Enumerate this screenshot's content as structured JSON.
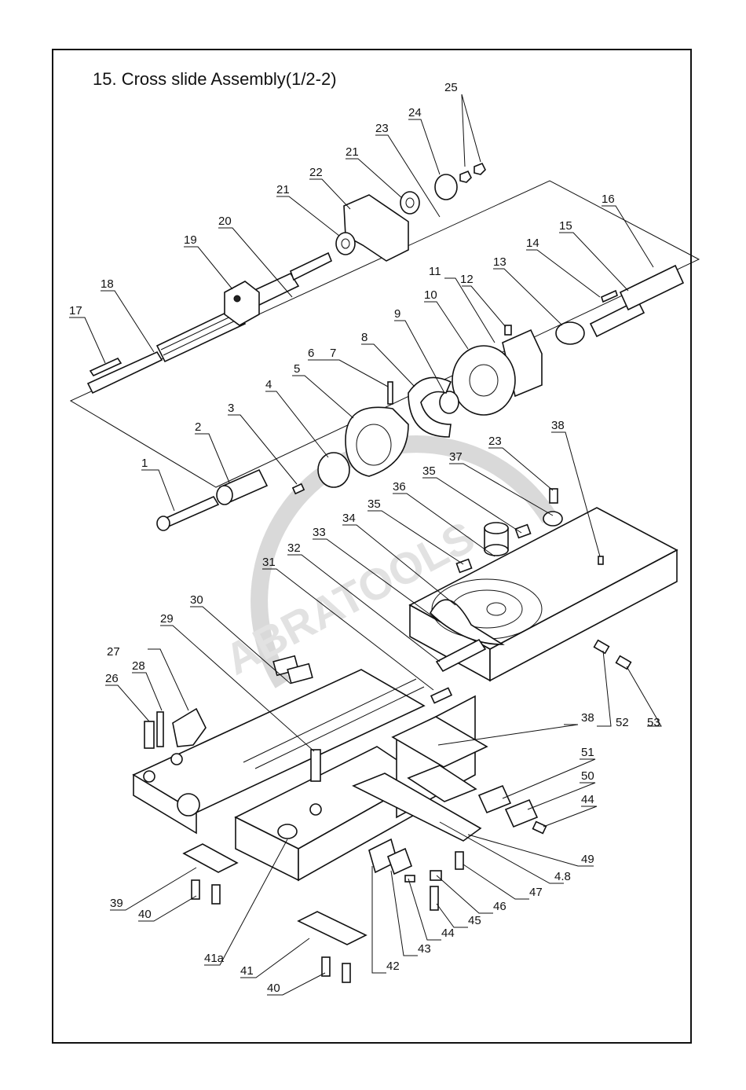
{
  "title": "15. Cross slide Assembly(1/2-2)",
  "watermark": "ABRATOOLS",
  "callouts": [
    {
      "id": "c1",
      "label": "1"
    },
    {
      "id": "c2",
      "label": "2"
    },
    {
      "id": "c3",
      "label": "3"
    },
    {
      "id": "c4",
      "label": "4"
    },
    {
      "id": "c5",
      "label": "5"
    },
    {
      "id": "c6",
      "label": "6"
    },
    {
      "id": "c7",
      "label": "7"
    },
    {
      "id": "c8",
      "label": "8"
    },
    {
      "id": "c9",
      "label": "9"
    },
    {
      "id": "c10",
      "label": "10"
    },
    {
      "id": "c11",
      "label": "11"
    },
    {
      "id": "c12",
      "label": "12"
    },
    {
      "id": "c13",
      "label": "13"
    },
    {
      "id": "c14",
      "label": "14"
    },
    {
      "id": "c15",
      "label": "15"
    },
    {
      "id": "c16",
      "label": "16"
    },
    {
      "id": "c17",
      "label": "17"
    },
    {
      "id": "c18",
      "label": "18"
    },
    {
      "id": "c19",
      "label": "19"
    },
    {
      "id": "c20",
      "label": "20"
    },
    {
      "id": "c21a",
      "label": "21"
    },
    {
      "id": "c21b",
      "label": "21"
    },
    {
      "id": "c22",
      "label": "22"
    },
    {
      "id": "c23a",
      "label": "23"
    },
    {
      "id": "c23b",
      "label": "23"
    },
    {
      "id": "c24",
      "label": "24"
    },
    {
      "id": "c25",
      "label": "25"
    },
    {
      "id": "c26",
      "label": "26"
    },
    {
      "id": "c27",
      "label": "27"
    },
    {
      "id": "c28",
      "label": "28"
    },
    {
      "id": "c29",
      "label": "29"
    },
    {
      "id": "c30",
      "label": "30"
    },
    {
      "id": "c31",
      "label": "31"
    },
    {
      "id": "c32",
      "label": "32"
    },
    {
      "id": "c33",
      "label": "33"
    },
    {
      "id": "c34",
      "label": "34"
    },
    {
      "id": "c35a",
      "label": "35"
    },
    {
      "id": "c35b",
      "label": "35"
    },
    {
      "id": "c36",
      "label": "36"
    },
    {
      "id": "c37",
      "label": "37"
    },
    {
      "id": "c38a",
      "label": "38"
    },
    {
      "id": "c38b",
      "label": "38"
    },
    {
      "id": "c39",
      "label": "39"
    },
    {
      "id": "c40a",
      "label": "40"
    },
    {
      "id": "c40b",
      "label": "40"
    },
    {
      "id": "c41",
      "label": "41"
    },
    {
      "id": "c41a",
      "label": "41a"
    },
    {
      "id": "c42",
      "label": "42"
    },
    {
      "id": "c43",
      "label": "43"
    },
    {
      "id": "c44a",
      "label": "44"
    },
    {
      "id": "c44b",
      "label": "44"
    },
    {
      "id": "c45",
      "label": "45"
    },
    {
      "id": "c46",
      "label": "46"
    },
    {
      "id": "c47",
      "label": "47"
    },
    {
      "id": "c48",
      "label": "4.8"
    },
    {
      "id": "c49",
      "label": "49"
    },
    {
      "id": "c50",
      "label": "50"
    },
    {
      "id": "c51",
      "label": "51"
    },
    {
      "id": "c52",
      "label": "52"
    },
    {
      "id": "c53",
      "label": "53"
    }
  ]
}
